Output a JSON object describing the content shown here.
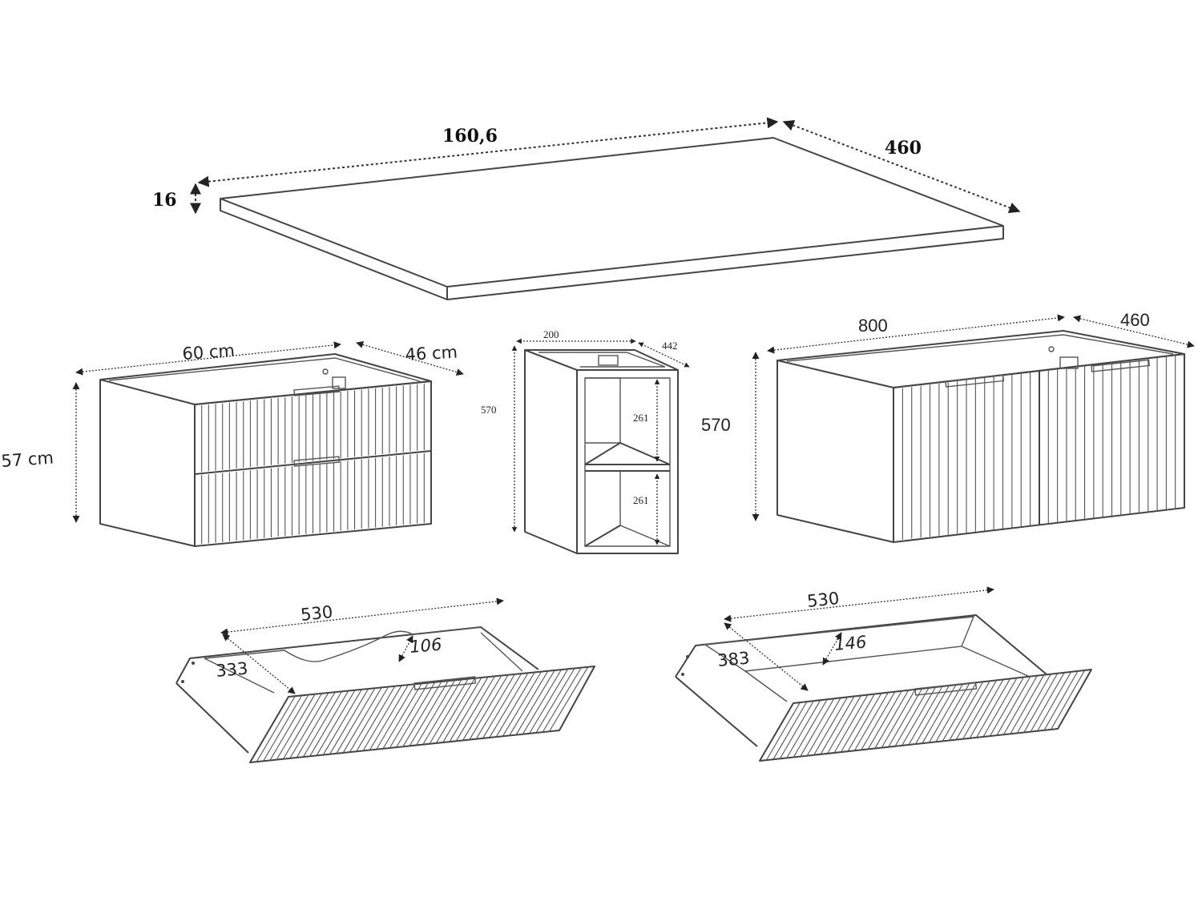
{
  "worktop": {
    "length": "160,6",
    "depth": "460",
    "thickness": "16"
  },
  "drawer_cabinet": {
    "width": "60 cm",
    "depth": "46 cm",
    "height": "57 cm"
  },
  "shelf_unit": {
    "width": "200",
    "depth": "442",
    "height": "570",
    "shelf_top": "261",
    "shelf_bottom": "261"
  },
  "double_cabinet": {
    "width": "800",
    "depth": "460",
    "height": "570"
  },
  "drawer_left": {
    "width": "530",
    "depth": "333",
    "height": "106"
  },
  "drawer_right": {
    "width": "530",
    "depth": "383",
    "height": "146"
  },
  "colors": {
    "line": "#444444",
    "background": "#ffffff"
  }
}
